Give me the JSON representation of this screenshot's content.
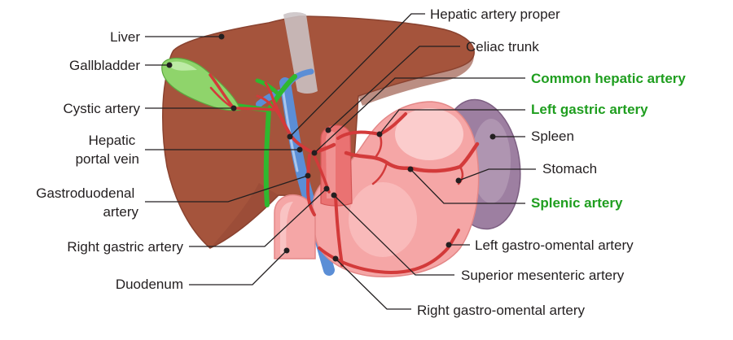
{
  "labels": {
    "liver": "Liver",
    "gallbladder": "Gallbladder",
    "cystic_artery": "Cystic artery",
    "hepatic_portal_vein": [
      "Hepatic",
      "portal vein"
    ],
    "gastroduodenal_artery": [
      "Gastroduodenal",
      "artery"
    ],
    "right_gastric_artery": "Right gastric artery",
    "duodenum": "Duodenum",
    "hepatic_artery_proper": "Hepatic artery proper",
    "celiac_trunk": "Celiac trunk",
    "common_hepatic_artery": "Common hepatic artery",
    "left_gastric_artery": "Left gastric artery",
    "spleen": "Spleen",
    "stomach": "Stomach",
    "splenic_artery": "Splenic artery",
    "left_gastro_omental_artery": "Left gastro-omental artery",
    "superior_mesenteric_artery": "Superior mesenteric artery",
    "right_gastro_omental_artery": "Right gastro-omental artery"
  },
  "colors": {
    "label_text": "#231f20",
    "highlight_text": "#1f9e1f",
    "leader_line": "#231f20",
    "liver": "#a5543c",
    "gallbladder": "#8fd46b",
    "bile_duct": "#2fb82f",
    "stomach": "#f5a6a6",
    "spleen": "#9d7fa1",
    "artery": "#d33a3a",
    "aorta": "#ea7272",
    "vein": "#5b8ed6"
  }
}
